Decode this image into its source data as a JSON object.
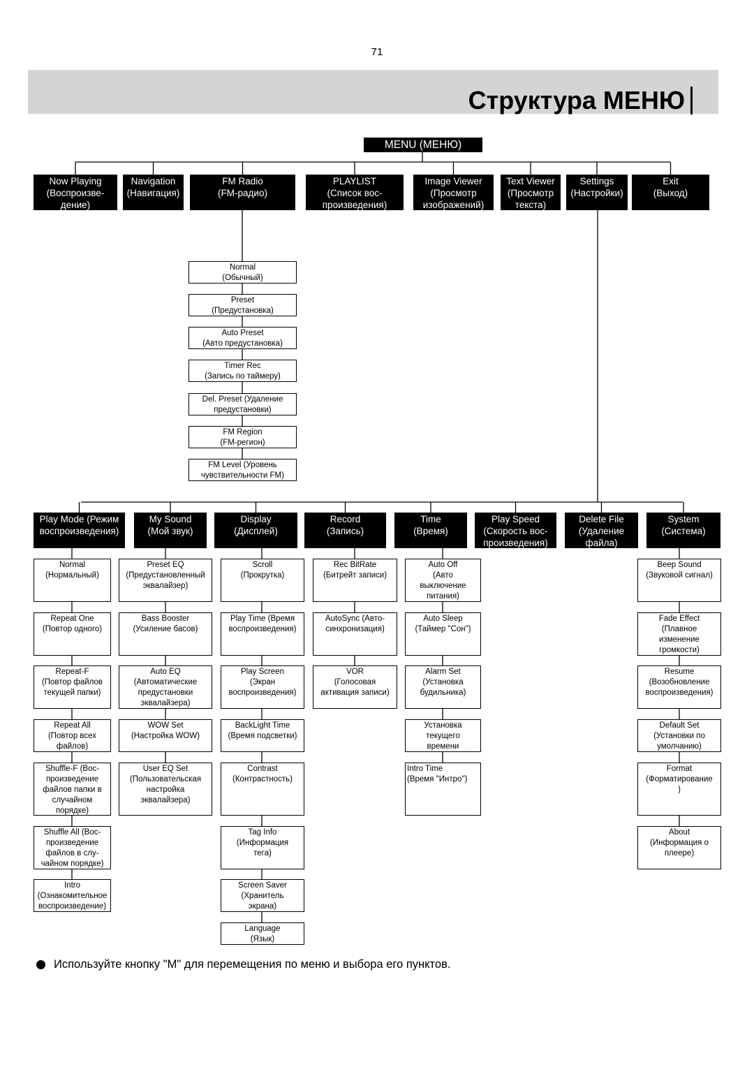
{
  "page_number": "71",
  "page_title": "Структура МЕНЮ",
  "root": "MENU (МЕНЮ)",
  "top_menu": [
    [
      "Now Playing",
      "(Воспроизве-",
      "дение)"
    ],
    [
      "Navigation",
      "(Навигация)"
    ],
    [
      "FM Radio",
      "(FM-радио)"
    ],
    [
      "PLAYLIST",
      "(Список вос-",
      "произведения)"
    ],
    [
      "Image Viewer",
      "(Просмотр",
      "изображений)"
    ],
    [
      "Text Viewer",
      "(Просмотр",
      "текста)"
    ],
    [
      "Settings",
      "(Настройки)"
    ],
    [
      "Exit",
      "(Выход)"
    ]
  ],
  "fm_radio_items": [
    [
      "Normal",
      "(Обычный)"
    ],
    [
      "Preset",
      "(Предустановка)"
    ],
    [
      "Auto Preset",
      "(Авто предустановка)"
    ],
    [
      "Timer Rec",
      "(Запись по таймеру)"
    ],
    [
      "Del. Preset (Удаление",
      "предустановки)"
    ],
    [
      "FM Region",
      "(FM-регион)"
    ],
    [
      "FM Level (Уровень",
      "чувствительности FM)"
    ]
  ],
  "settings_menu": [
    [
      "Play Mode (Режим",
      "воспроизведения)"
    ],
    [
      "My Sound",
      "(Мой звук)"
    ],
    [
      "Display",
      "(Дисплей)"
    ],
    [
      "Record",
      "(Запись)"
    ],
    [
      "Time",
      "(Время)"
    ],
    [
      "Play Speed",
      "(Скорость вос-",
      "произведения)"
    ],
    [
      "Delete File",
      "(Удаление",
      "файла)"
    ],
    [
      "System",
      "(Система)"
    ]
  ],
  "play_mode_items": [
    [
      "Normal",
      "(Нормальный)"
    ],
    [
      "Repeat One",
      "(Повтор одного)"
    ],
    [
      "Repeat-F",
      "(Повтор файлов",
      "текущей папки)"
    ],
    [
      "Repeat All",
      "(Повтор всех",
      "файлов)"
    ],
    [
      "Shuffle-F (Вос-",
      "произведение",
      "файлов папки в",
      "случайном",
      "порядке)"
    ],
    [
      "Shuffle All (Вос-",
      "произведение",
      "файлов в слу-",
      "чайном порядке)"
    ],
    [
      "Intro",
      "(Ознакомительное",
      "воспроизведение)"
    ]
  ],
  "my_sound_items": [
    [
      "Preset EQ",
      "(Предустановленный",
      "эквалайзер)"
    ],
    [
      "Bass Booster",
      "(Усиление басов)"
    ],
    [
      "Auto EQ",
      "(Автоматические",
      "предустановки",
      "эквалайзера)"
    ],
    [
      "WOW Set",
      "(Настройка WOW)"
    ],
    [
      "User EQ Set",
      "(Пользовательская",
      "настройка",
      "эквалайзера)"
    ]
  ],
  "display_items": [
    [
      "Scroll",
      "(Прокрутка)"
    ],
    [
      "Play Time (Время",
      "воспроизведения)"
    ],
    [
      "Play Screen",
      "(Экран",
      "воспроизведения)"
    ],
    [
      "BackLight Time",
      "(Время подсветки)"
    ],
    [
      "Contrast",
      "(Контрастность)"
    ],
    [
      "Tag Info",
      "(Информация",
      "тега)"
    ],
    [
      "Screen Saver",
      "(Хранитель",
      "экрана)"
    ],
    [
      "Language",
      "(Язык)"
    ]
  ],
  "record_items": [
    [
      "Rec BitRate",
      "(Битрейт записи)"
    ],
    [
      "AutoSync (Авто-",
      "синхронизация)"
    ],
    [
      "VOR",
      "(Голосовая",
      "активация записи)"
    ]
  ],
  "time_items": [
    [
      "Auto Off",
      "(Авто",
      "выключение",
      "питания)"
    ],
    [
      "Auto Sleep",
      "(Таймер \"Сон\")"
    ],
    [
      "Alarm Set",
      "(Установка",
      "будильника)"
    ],
    [
      "Установка",
      "текущего",
      "времени"
    ],
    [
      "Intro Time",
      "(Время \"Интро\")"
    ]
  ],
  "system_items": [
    [
      "Beep Sound",
      "(Звуковой сигнал)"
    ],
    [
      "Fade Effect",
      "(Плавное",
      "изменение",
      "громкости)"
    ],
    [
      "Resume",
      "(Возобновление",
      "воспроизведения)"
    ],
    [
      "Default Set",
      "(Установки по",
      "умолчанию)"
    ],
    [
      "Format",
      "(Форматирование",
      ")"
    ],
    [
      "About",
      "(Информация о",
      "плеере)"
    ]
  ],
  "footer_note": "Используйте кнопку \"M\" для перемещения по меню и выбора его пунктов."
}
